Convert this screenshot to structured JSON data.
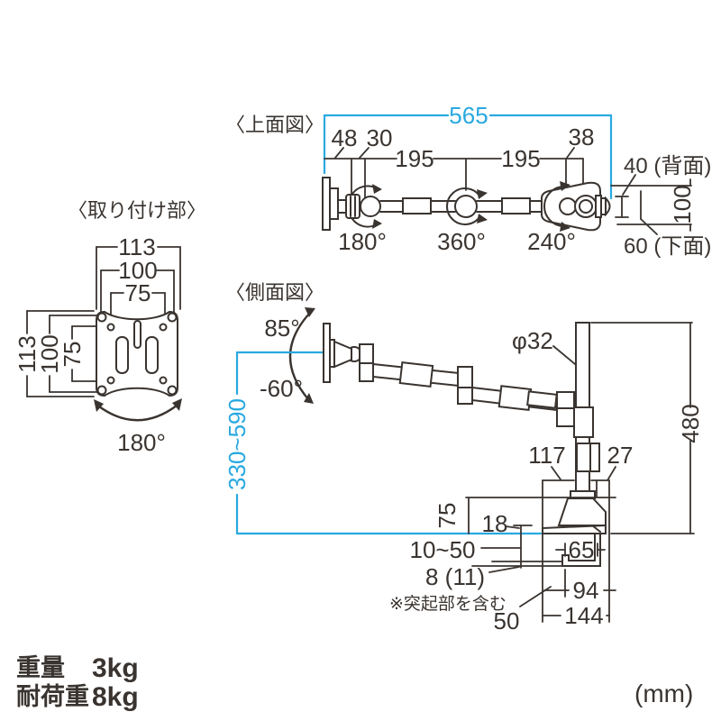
{
  "colors": {
    "line": "#3a3430",
    "accent": "#29a9e0"
  },
  "mount_plate": {
    "title": "〈取り付け部〉",
    "width_outer": "113",
    "width_holes": "100",
    "width_inner": "75",
    "height_outer": "113",
    "height_holes": "100",
    "height_inner": "75",
    "swivel_angle": "180°"
  },
  "top_view": {
    "title": "〈上面図〉",
    "total_length": "565",
    "wall_offset": "48",
    "joint_offset": "30",
    "arm1_length": "195",
    "arm2_length": "195",
    "head_offset": "38",
    "back_depth": "40 (背面)",
    "plate_height": "100",
    "bottom_depth": "60 (下面)",
    "joint1_angle": "180°",
    "joint2_angle": "360°",
    "joint3_angle": "240°"
  },
  "side_view": {
    "title": "〈側面図〉",
    "tilt_up": "85°",
    "tilt_down": "-60°",
    "height_range": "330~590",
    "pole_diameter": "φ32",
    "pole_height": "480",
    "clamp_body_width": "117",
    "clamp_screw_width": "27",
    "mount_height": "75",
    "plate_above_desk": "18",
    "desk_thickness_range": "10~50",
    "jaw_plate_thickness": "8 (11)",
    "protrusion_note": "※突起部を含む",
    "jaw_depth": "65",
    "base_depth": "94",
    "base_total_depth": "144",
    "base_offset": "50"
  },
  "footer": {
    "weight_label": "重量",
    "weight_value": "3kg",
    "load_label": "耐荷重",
    "load_value": "8kg",
    "units": "(mm)"
  }
}
